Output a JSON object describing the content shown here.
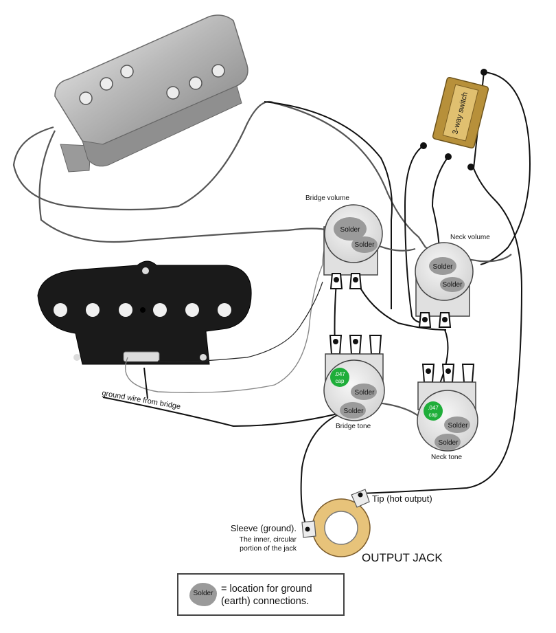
{
  "labels": {
    "bridge_volume": "Bridge volume",
    "neck_volume": "Neck volume",
    "bridge_tone": "Bridge tone",
    "neck_tone": "Neck tone",
    "switch": "3-way switch",
    "ground_wire": "ground wire from bridge",
    "tip": "Tip (hot output)",
    "sleeve_line1": "Sleeve (ground).",
    "sleeve_line2": "The inner, circular",
    "sleeve_line3": "portion of the jack",
    "output_jack": "OUTPUT JACK",
    "solder": "Solder",
    "cap_value": ".047",
    "cap_unit": "cap"
  },
  "legend": {
    "solder": "Solder",
    "line1": "= location for ground",
    "line2": "(earth) connections."
  },
  "colors": {
    "chrome": "#c8c8c8",
    "pickup_black": "#1a1a1a",
    "pot_body": "#e6e6e6",
    "solder_blob": "#9a9a9a",
    "cap_green": "#1fae3a",
    "switch_tan": "#c9a24a",
    "jack_ring": "#e7c37a",
    "wire": "#111111"
  }
}
